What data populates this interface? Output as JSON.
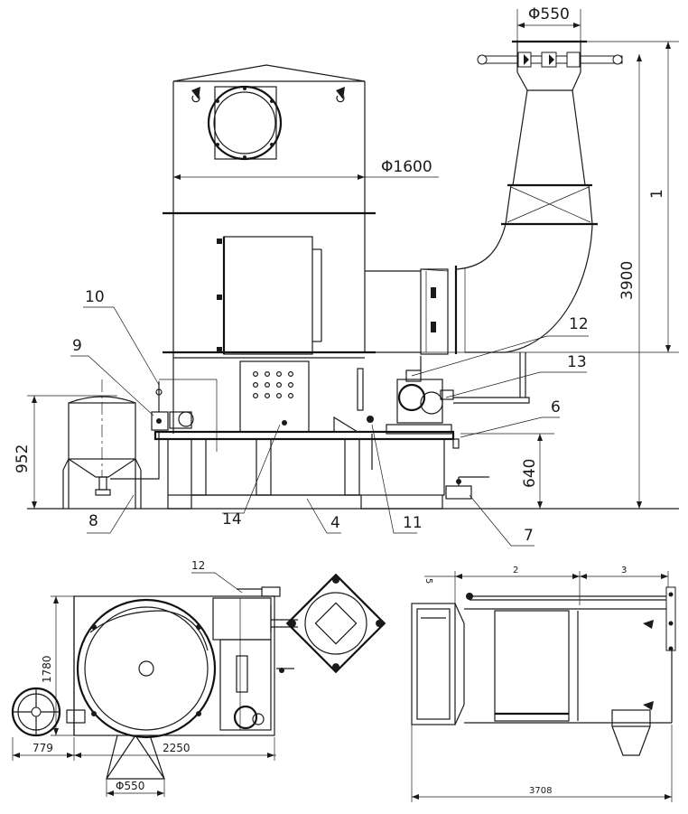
{
  "dimensions": {
    "outlet_diameter": "Φ550",
    "tower_diameter": "Φ1600",
    "overall_height": "3900",
    "tank_height": "952",
    "base_height": "640",
    "plan_depth": "1780",
    "tank_offset": "779",
    "plan_width": "2250",
    "plan_outlet_diameter": "Φ550",
    "side_length": "3708"
  },
  "callouts": {
    "c1": "1",
    "c2": "2",
    "c3": "3",
    "c4": "4",
    "c5": "5",
    "c6": "6",
    "c7": "7",
    "c8": "8",
    "c9": "9",
    "c10": "10",
    "c11": "11",
    "c12": "12",
    "c13": "13",
    "c14": "14",
    "plan_c12": "12"
  }
}
